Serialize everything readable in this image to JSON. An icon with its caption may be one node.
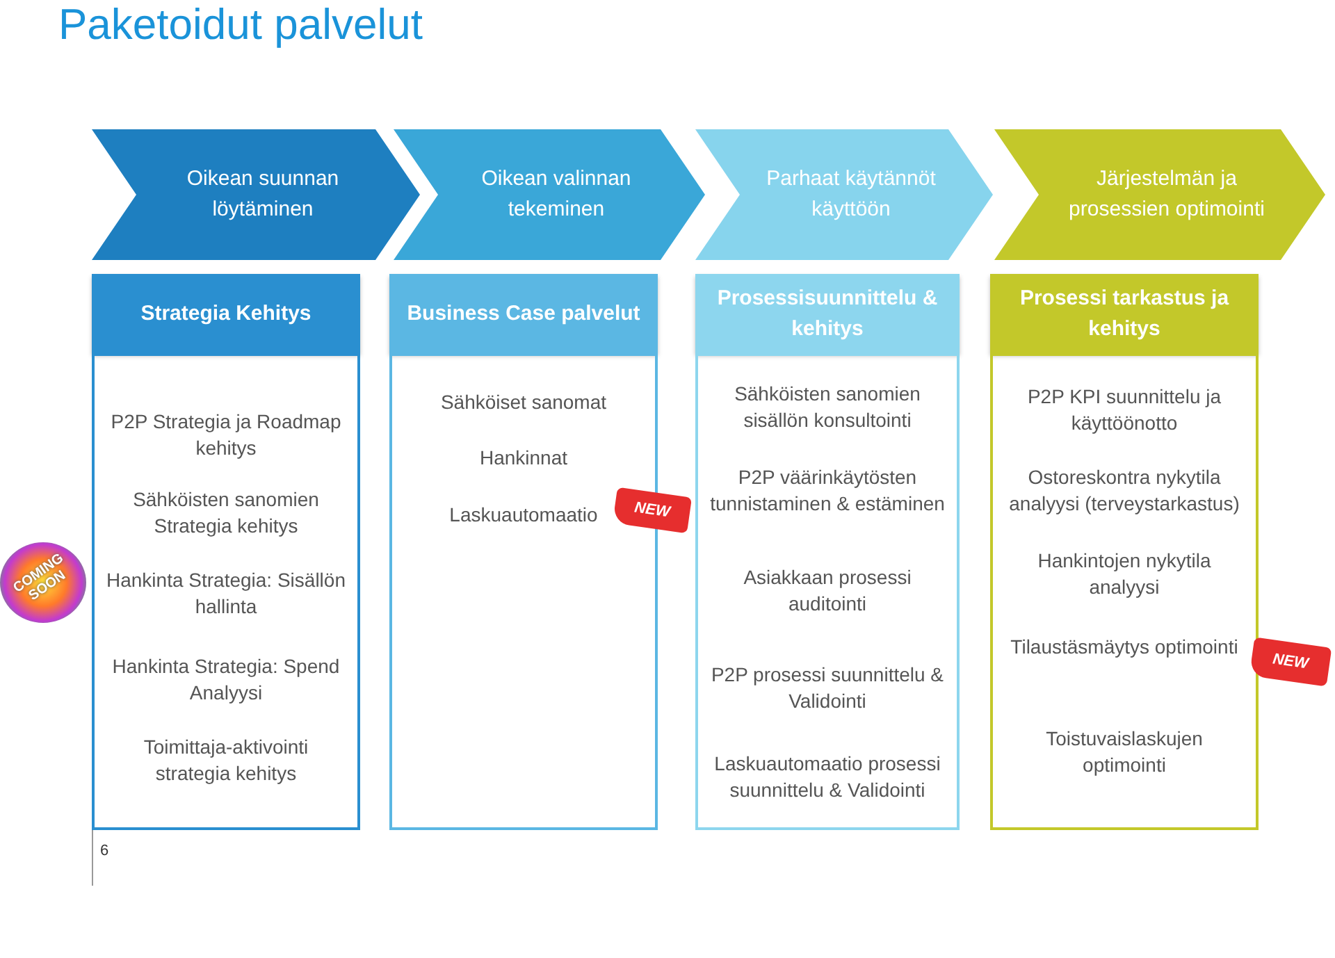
{
  "diagram": {
    "title": "Paketoidut palvelut",
    "nodes": [
      {
        "text": [
          "Oikean suunnan löytäminen"
        ]
      },
      {
        "text": [
          "Oikean valinnan tekeminen"
        ]
      },
      {
        "text": [
          "Parhaat käytännöt käyttöön"
        ]
      },
      {
        "text": [
          "Järjestelmän ja prosessien optimointi"
        ]
      },
      {
        "text": [
          "Strategia Kehitys"
        ]
      },
      {
        "text": [
          "P2P Strategia ja Roadmap kehitys",
          "Sähköisten sanomien Strategia kehitys",
          "Hankinta Strategia: Sisällön hallinta",
          "Hankinta Strategia: Spend Analyysi",
          "Toimittaja-aktivointi strategia kehitys"
        ]
      },
      {
        "text": [
          "Business Case palvelut"
        ]
      },
      {
        "text": [
          "Sähköiset sanomat",
          "Hankinnat",
          "Laskuautomaatio"
        ]
      },
      {
        "text": [
          "Prosessisuunnittelu & kehitys"
        ]
      },
      {
        "text": [
          "Sähköisten sanomien sisällön konsultointi",
          "P2P väärinkäytösten tunnistaminen & estäminen",
          "Asiakkaan prosessi auditointi",
          "P2P prosessi suunnittelu & Validointi",
          "Laskuautomaatio prosessi suunnittelu & Validointi"
        ]
      },
      {
        "text": [
          "Prosessi tarkastus ja kehitys"
        ]
      },
      {
        "text": [
          "P2P KPI suunnittelu ja käyttöönotto",
          "Ostoreskontra nykytila analyysi (terveystarkastus)",
          "Hankintojen nykytila analyysi",
          "Tilaustäsmäytys optimointi",
          "Toistuvaislaskujen optimointi"
        ]
      },
      {
        "text": [
          "COMING SOON"
        ]
      },
      {
        "text": [
          "NEW"
        ]
      },
      {
        "text": [
          "NEW"
        ]
      }
    ],
    "labels": [
      "6"
    ]
  }
}
